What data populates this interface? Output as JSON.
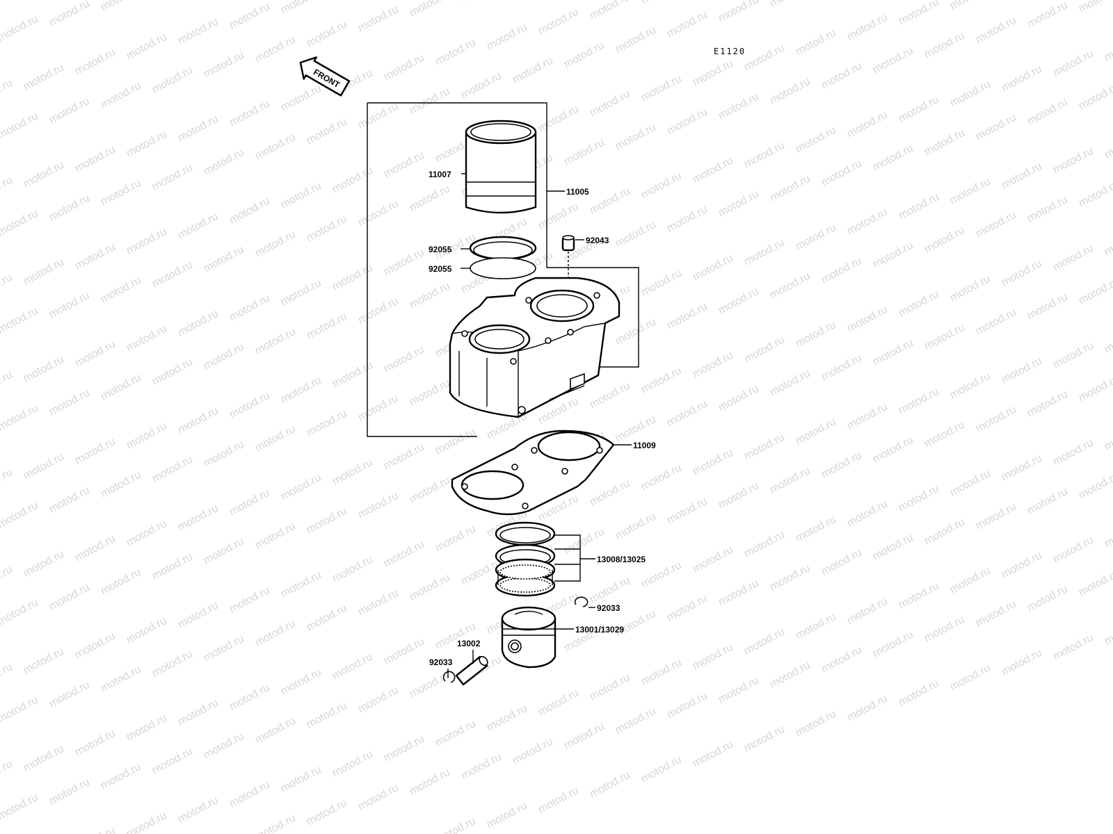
{
  "diagram_code": "E1120",
  "front_arrow_label": "FRONT",
  "watermark_text": "motod.ru",
  "callouts": {
    "liner": "11007",
    "cylinder_assy": "11005",
    "dowel_pin": "92043",
    "oring_upper": "92055",
    "oring_lower": "92055",
    "base_gasket": "11009",
    "piston_rings": "13008/13025",
    "circlip_right": "92033",
    "piston": "13001/13029",
    "piston_pin": "13002",
    "circlip_left": "92033"
  }
}
